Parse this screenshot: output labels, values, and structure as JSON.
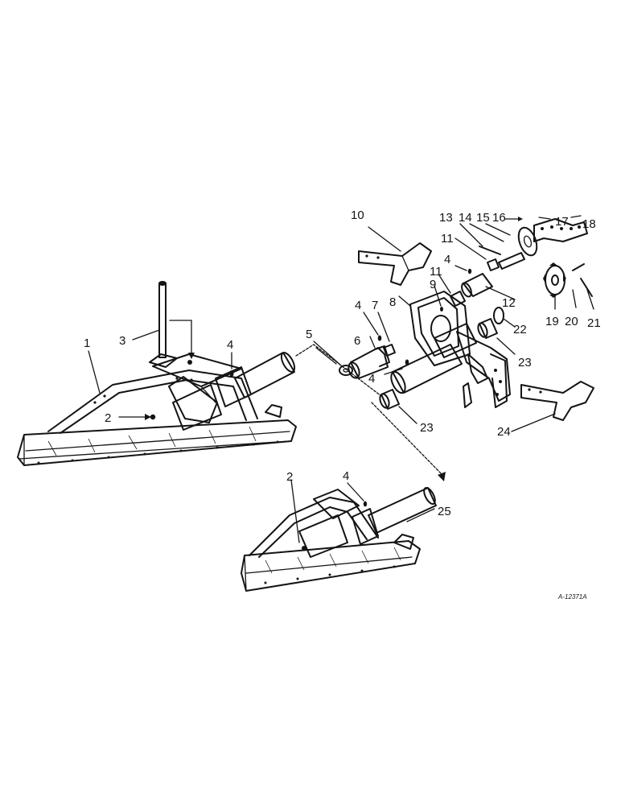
{
  "reference_code": "A-12371A",
  "colors": {
    "ink": "#141414",
    "paper": "#ffffff"
  },
  "labels": [
    {
      "id": "1",
      "text": "1"
    },
    {
      "id": "2a",
      "text": "2"
    },
    {
      "id": "2b",
      "text": "2"
    },
    {
      "id": "3",
      "text": "3"
    },
    {
      "id": "4a",
      "text": "4"
    },
    {
      "id": "4b",
      "text": "4"
    },
    {
      "id": "4c",
      "text": "4"
    },
    {
      "id": "4d",
      "text": "4"
    },
    {
      "id": "4e",
      "text": "4"
    },
    {
      "id": "5",
      "text": "5"
    },
    {
      "id": "6",
      "text": "6"
    },
    {
      "id": "7",
      "text": "7"
    },
    {
      "id": "8",
      "text": "8"
    },
    {
      "id": "9",
      "text": "9"
    },
    {
      "id": "10",
      "text": "10"
    },
    {
      "id": "11a",
      "text": "11"
    },
    {
      "id": "11b",
      "text": "11"
    },
    {
      "id": "12",
      "text": "12"
    },
    {
      "id": "13",
      "text": "13"
    },
    {
      "id": "14",
      "text": "14"
    },
    {
      "id": "15",
      "text": "15"
    },
    {
      "id": "16",
      "text": "16"
    },
    {
      "id": "17",
      "text": "17"
    },
    {
      "id": "18",
      "text": "18"
    },
    {
      "id": "19",
      "text": "19"
    },
    {
      "id": "20",
      "text": "20"
    },
    {
      "id": "21",
      "text": "21"
    },
    {
      "id": "22",
      "text": "22"
    },
    {
      "id": "23a",
      "text": "23"
    },
    {
      "id": "23b",
      "text": "23"
    },
    {
      "id": "24",
      "text": "24"
    },
    {
      "id": "25",
      "text": "25"
    }
  ]
}
